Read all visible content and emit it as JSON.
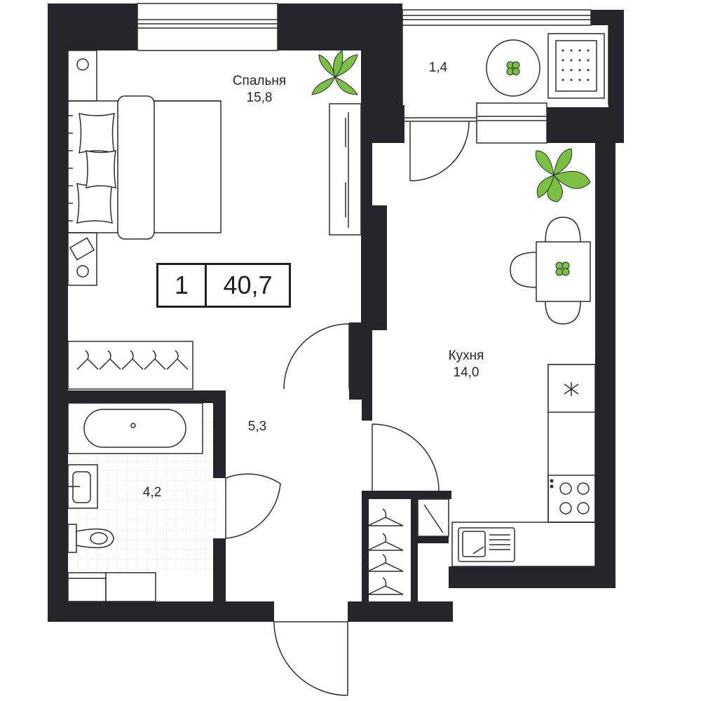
{
  "apartment": {
    "rooms": "1",
    "total_area": "40,7"
  },
  "rooms": [
    {
      "id": "bedroom",
      "name": "Спальня",
      "area": "15,8"
    },
    {
      "id": "balcony",
      "name": "",
      "area": "1,4"
    },
    {
      "id": "kitchen",
      "name": "Кухня",
      "area": "14,0"
    },
    {
      "id": "hallway",
      "name": "",
      "area": "5,3"
    },
    {
      "id": "bathroom",
      "name": "",
      "area": "4,2"
    }
  ],
  "colors": {
    "wall": "#25262b",
    "line": "#2b2c31",
    "plant": "#7ac143",
    "plant_dark": "#3f8a2a",
    "tile": "#e6e6e6",
    "background": "#ffffff"
  },
  "icons": [
    "bed-icon",
    "pillow-icon",
    "wardrobe-icon",
    "hanger-icon",
    "plant-icon",
    "table-icon",
    "chair-icon",
    "bathtub-icon",
    "sink-icon",
    "toilet-icon",
    "washing-machine-icon",
    "stove-icon",
    "kitchen-sink-icon",
    "door-icon",
    "window-icon"
  ]
}
